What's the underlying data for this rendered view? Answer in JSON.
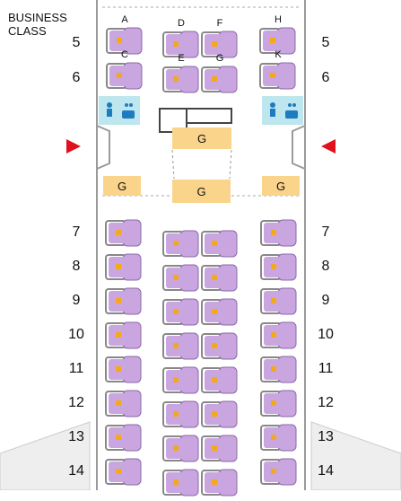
{
  "cabin_class": "BUSINESS\nCLASS",
  "business_rows": [
    {
      "label": "5",
      "left": [
        "A"
      ],
      "center": [
        "D",
        "F"
      ],
      "right": [
        "H"
      ]
    },
    {
      "label": "6",
      "left": [
        "C"
      ],
      "center": [
        "E",
        "G"
      ],
      "right": [
        "K"
      ]
    }
  ],
  "economy_rows": [
    "7",
    "8",
    "9",
    "10",
    "11",
    "12",
    "13",
    "14"
  ],
  "galley_label": "G",
  "colors": {
    "seat": "#c9a6e0",
    "seat_dark": "#8c6aa8",
    "frame": "#888888",
    "marker": "#f4a81d",
    "galley": "#fbd48c",
    "lav": "#bde6ee",
    "exit": "#e0101e"
  }
}
